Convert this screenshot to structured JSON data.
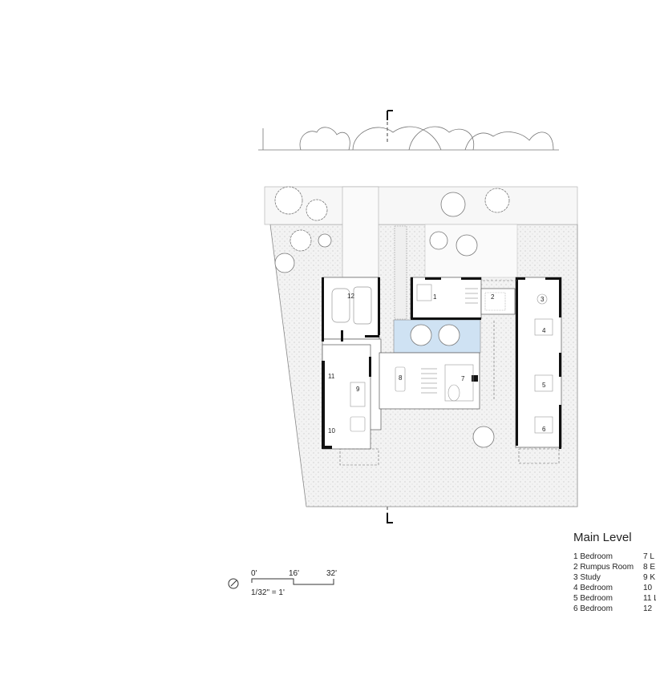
{
  "plan": {
    "room_labels": [
      "1",
      "2",
      "3",
      "4",
      "5",
      "6",
      "7",
      "8",
      "9",
      "10",
      "11",
      "12"
    ],
    "colors": {
      "courtyard_pool": "#cfe2f3",
      "walls": "#111111",
      "ground_texture": "#e9e9e9"
    }
  },
  "legend": {
    "title": "Main Level",
    "col1": [
      "1 Bedroom",
      "2 Rumpus Room",
      "3 Study",
      "4 Bedroom",
      "5 Bedroom",
      "6 Bedroom"
    ],
    "col2": [
      "7 L",
      "8 E",
      "9 K",
      "10 ",
      "11 L",
      "12 "
    ]
  },
  "scale": {
    "icon": "north-arrow-icon",
    "ticks": [
      "0'",
      "16'",
      "32'"
    ],
    "ratio": "1/32\" = 1'"
  }
}
